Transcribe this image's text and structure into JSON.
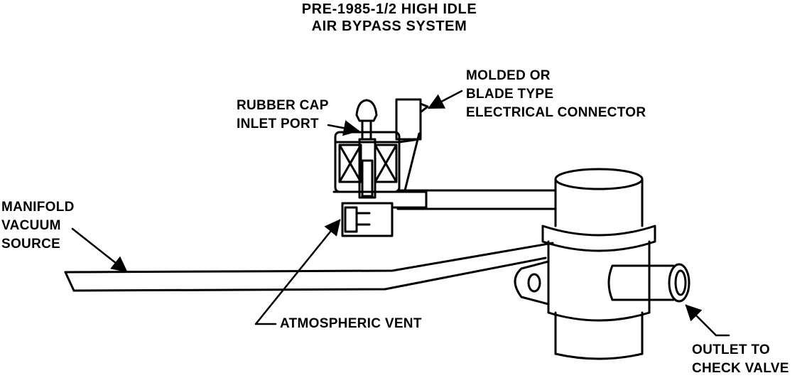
{
  "diagram": {
    "title": {
      "line1": "PRE-1985-1/2 HIGH IDLE",
      "line2": "AIR BYPASS SYSTEM"
    },
    "labels": {
      "connector": [
        "MOLDED OR",
        "BLADE TYPE",
        "ELECTRICAL CONNECTOR"
      ],
      "rubber_cap": [
        "RUBBER CAP",
        "INLET PORT"
      ],
      "manifold": [
        "MANIFOLD",
        "VACUUM",
        "SOURCE"
      ],
      "vent": "ATMOSPHERIC VENT",
      "outlet": [
        "OUTLET TO",
        "CHECK VALVE"
      ]
    },
    "colors": {
      "ink": "#000000",
      "paper": "#ffffff"
    }
  }
}
